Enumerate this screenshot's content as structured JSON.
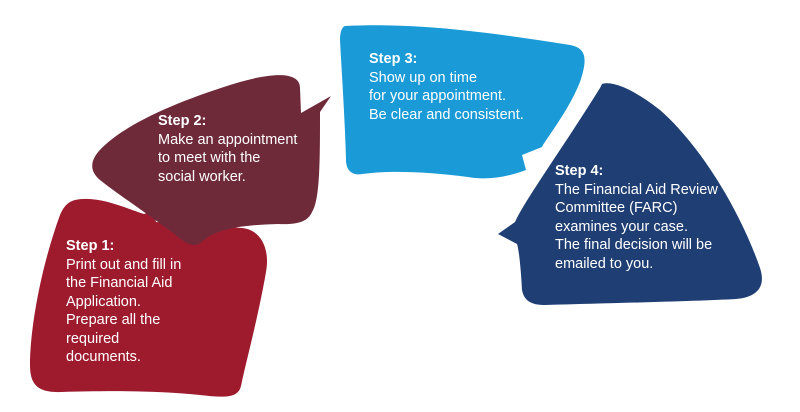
{
  "steps": [
    {
      "title": "Step 1:",
      "body": "Print out and fill in\nthe Financial Aid\nApplication.\nPrepare all the\nrequired\ndocuments.",
      "color": "#9e1b2e"
    },
    {
      "title": "Step 2:",
      "body": "Make an appointment\nto meet with the\nsocial worker.",
      "color": "#6f2a3a"
    },
    {
      "title": "Step 3:",
      "body": "Show up on time\nfor your appointment.\nBe clear and consistent.",
      "color": "#1a9ad6"
    },
    {
      "title": "Step 4:",
      "body": "The Financial Aid Review\nCommittee (FARC)\nexamines your case.\nThe final decision will be\nemailed to you.",
      "color": "#1f3f74"
    }
  ]
}
